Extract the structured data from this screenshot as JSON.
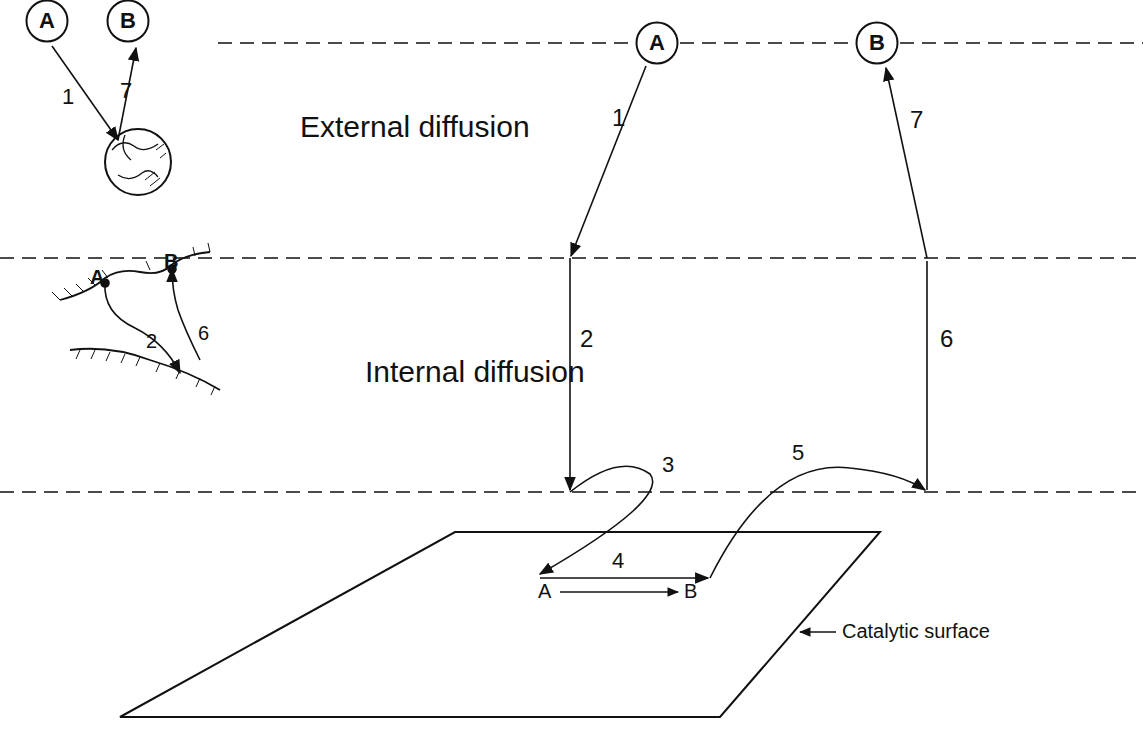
{
  "diagram": {
    "nodes": [
      {
        "text": [
          "A"
        ]
      },
      {
        "text": [
          "B"
        ]
      },
      {
        "text": [
          "A"
        ]
      },
      {
        "text": [
          "B"
        ]
      }
    ],
    "labels": [
      "1",
      "7",
      "External diffusion",
      "A",
      "B",
      "2",
      "6",
      "Internal diffusion",
      "2",
      "6",
      "3",
      "5",
      "1",
      "7",
      "4",
      "A",
      "B",
      "Catalytic surface"
    ]
  }
}
